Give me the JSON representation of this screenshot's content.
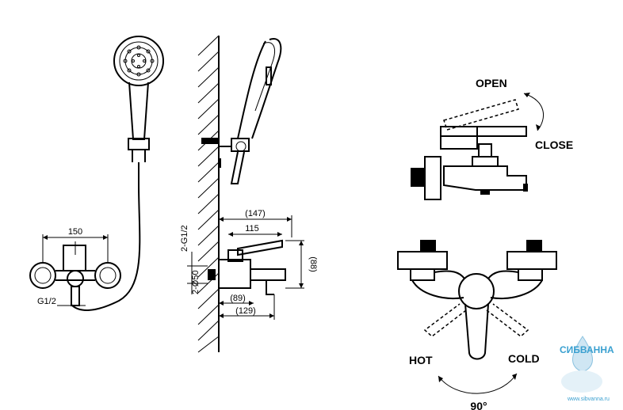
{
  "dims": {
    "width_150": "150",
    "thread": "G1/2",
    "d147": "(147)",
    "d115": "115",
    "d89": "(89)",
    "d129": "(129)",
    "d88": "(88)",
    "thread_v1": "2-G1/2",
    "thread_v2": "2-Ø50"
  },
  "side": {
    "open": "OPEN",
    "close": "CLOSE"
  },
  "front": {
    "hot": "HOT",
    "cold": "COLD",
    "angle": "90°"
  },
  "watermark": {
    "brand": "СИБВАННА",
    "site": "www.sibvanna.ru"
  }
}
